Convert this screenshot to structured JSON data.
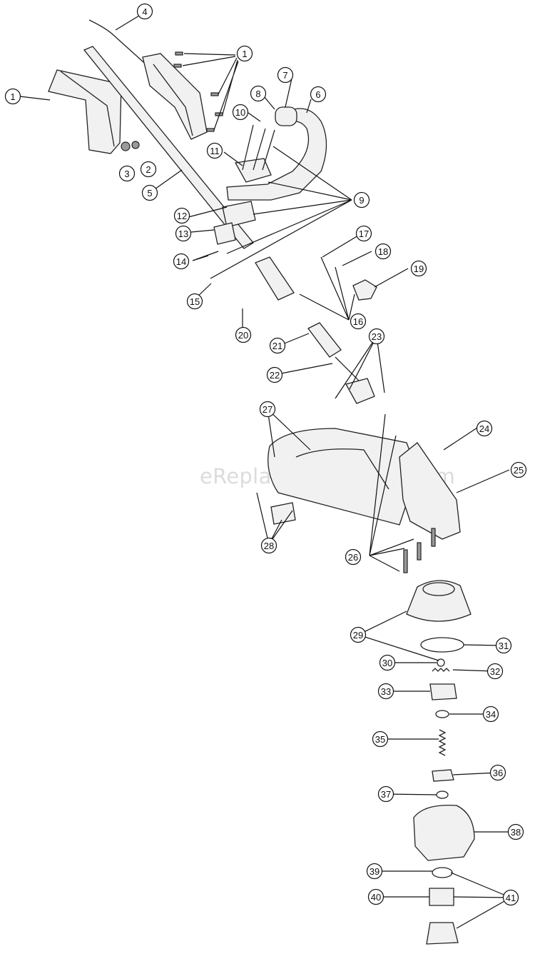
{
  "watermark": "eReplacementParts.com",
  "callouts": [
    "1",
    "1",
    "2",
    "3",
    "4",
    "5",
    "6",
    "7",
    "8",
    "9",
    "10",
    "11",
    "12",
    "13",
    "14",
    "15",
    "16",
    "17",
    "18",
    "19",
    "20",
    "21",
    "22",
    "23",
    "24",
    "25",
    "26",
    "27",
    "28",
    "29",
    "30",
    "31",
    "32",
    "33",
    "34",
    "35",
    "36",
    "37",
    "38",
    "39",
    "40",
    "41"
  ]
}
